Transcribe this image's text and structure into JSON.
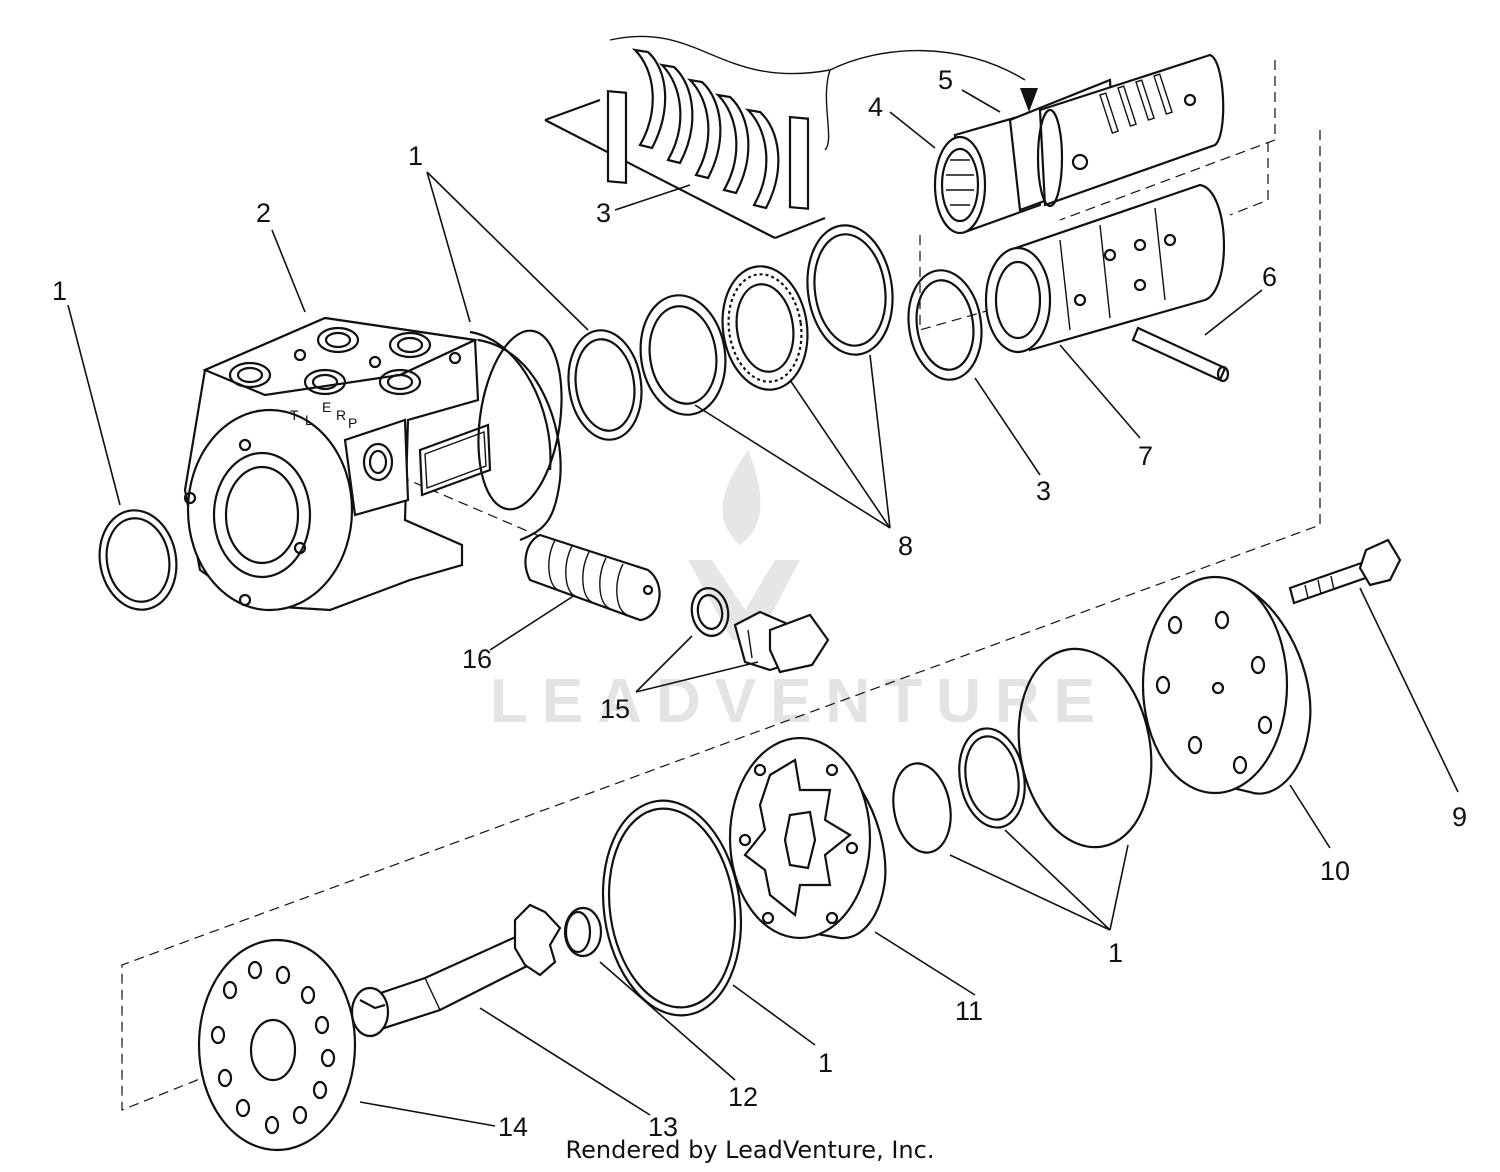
{
  "diagram": {
    "callouts": [
      {
        "id": "c-1a",
        "text": "1"
      },
      {
        "id": "c-2",
        "text": "2"
      },
      {
        "id": "c-1b",
        "text": "1"
      },
      {
        "id": "c-3a",
        "text": "3"
      },
      {
        "id": "c-4",
        "text": "4"
      },
      {
        "id": "c-5",
        "text": "5"
      },
      {
        "id": "c-6",
        "text": "6"
      },
      {
        "id": "c-7",
        "text": "7"
      },
      {
        "id": "c-3b",
        "text": "3"
      },
      {
        "id": "c-8",
        "text": "8"
      },
      {
        "id": "c-16",
        "text": "16"
      },
      {
        "id": "c-15",
        "text": "15"
      },
      {
        "id": "c-9",
        "text": "9"
      },
      {
        "id": "c-10",
        "text": "10"
      },
      {
        "id": "c-1c",
        "text": "1"
      },
      {
        "id": "c-11",
        "text": "11"
      },
      {
        "id": "c-1d",
        "text": "1"
      },
      {
        "id": "c-12",
        "text": "12"
      },
      {
        "id": "c-13",
        "text": "13"
      },
      {
        "id": "c-14",
        "text": "14"
      }
    ],
    "housing_port_letters": [
      "T",
      "L",
      "E",
      "R",
      "P"
    ],
    "watermark_text": "LEADVENTURE",
    "footer": "Rendered by LeadVenture, Inc."
  }
}
